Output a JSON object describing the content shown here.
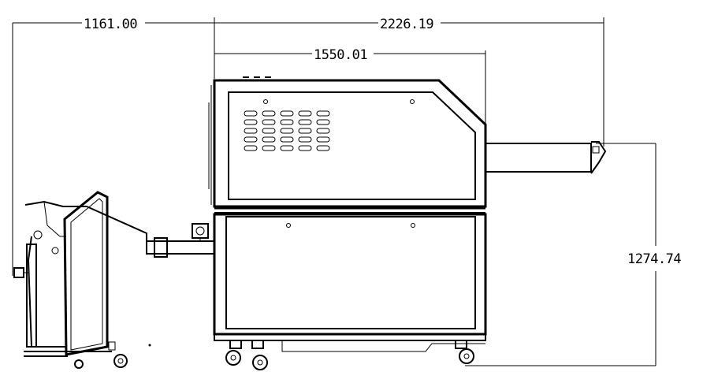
{
  "dimensions": {
    "left_width": "1161.00",
    "overall_length": "2226.19",
    "body_length": "1550.01",
    "height": "1274.74"
  },
  "colors": {
    "line": "#000000",
    "background": "#ffffff"
  }
}
